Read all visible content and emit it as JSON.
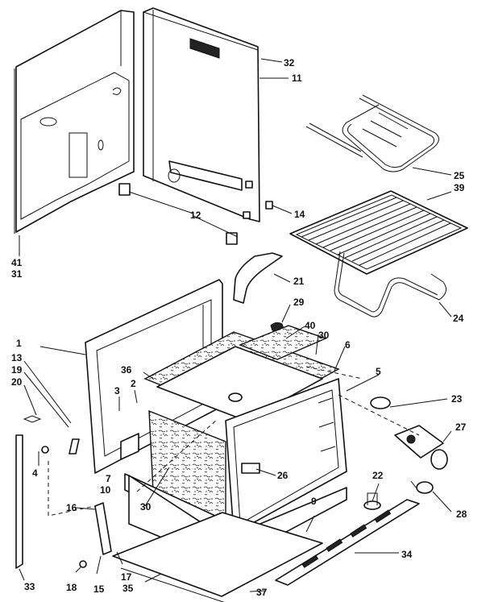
{
  "callouts": [
    {
      "id": "c32",
      "label": "32"
    },
    {
      "id": "c11",
      "label": "11"
    },
    {
      "id": "c12",
      "label": "12"
    },
    {
      "id": "c14",
      "label": "14"
    },
    {
      "id": "c41",
      "label": "41"
    },
    {
      "id": "c31",
      "label": "31"
    },
    {
      "id": "c25",
      "label": "25"
    },
    {
      "id": "c39",
      "label": "39"
    },
    {
      "id": "c24",
      "label": "24"
    },
    {
      "id": "c21",
      "label": "21"
    },
    {
      "id": "c29",
      "label": "29"
    },
    {
      "id": "c40",
      "label": "40"
    },
    {
      "id": "c30a",
      "label": "30"
    },
    {
      "id": "c6",
      "label": "6"
    },
    {
      "id": "c5",
      "label": "5"
    },
    {
      "id": "c1",
      "label": "1"
    },
    {
      "id": "c13",
      "label": "13"
    },
    {
      "id": "c19",
      "label": "19"
    },
    {
      "id": "c20",
      "label": "20"
    },
    {
      "id": "c36",
      "label": "36"
    },
    {
      "id": "c3",
      "label": "3"
    },
    {
      "id": "c2",
      "label": "2"
    },
    {
      "id": "c4",
      "label": "4"
    },
    {
      "id": "c7",
      "label": "7"
    },
    {
      "id": "c10",
      "label": "10"
    },
    {
      "id": "c23",
      "label": "23"
    },
    {
      "id": "c27",
      "label": "27"
    },
    {
      "id": "c26",
      "label": "26"
    },
    {
      "id": "c22",
      "label": "22"
    },
    {
      "id": "c28",
      "label": "28"
    },
    {
      "id": "c30b",
      "label": "30"
    },
    {
      "id": "c9",
      "label": "9"
    },
    {
      "id": "c16",
      "label": "16"
    },
    {
      "id": "c33",
      "label": "33"
    },
    {
      "id": "c34",
      "label": "34"
    },
    {
      "id": "c18",
      "label": "18"
    },
    {
      "id": "c15",
      "label": "15"
    },
    {
      "id": "c17",
      "label": "17"
    },
    {
      "id": "c35",
      "label": "35"
    },
    {
      "id": "c37",
      "label": "37"
    }
  ]
}
